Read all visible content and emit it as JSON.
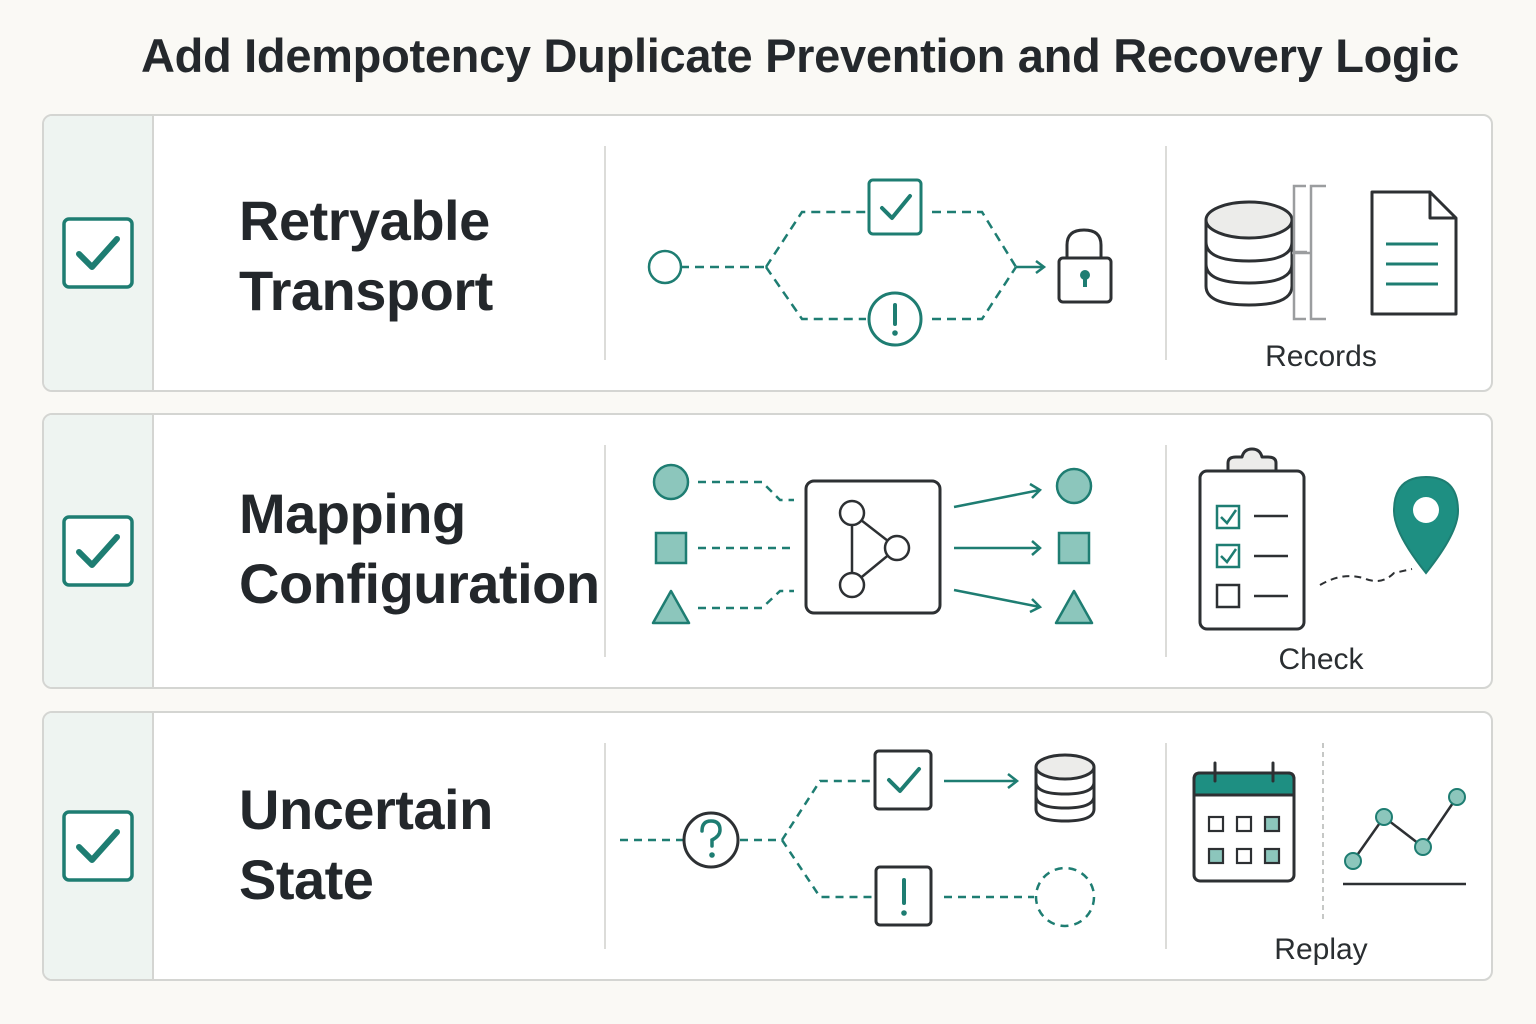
{
  "title": "Add Idempotency Duplicate Prevention and Recovery Logic",
  "colors": {
    "teal": "#1e7d72",
    "teal_light": "#8cc6bc",
    "ink": "#2d3033",
    "panel": "#eef4f1"
  },
  "rows": [
    {
      "label_line1": "Retryable",
      "label_line2": "Transport",
      "caption": "Records",
      "checked": true
    },
    {
      "label_line1": "Mapping",
      "label_line2": "Configuration",
      "caption": "Check",
      "checked": true
    },
    {
      "label_line1": "Uncertain",
      "label_line2": "State",
      "caption": "Replay",
      "checked": true
    }
  ],
  "icons": {
    "row1": [
      "start-node-icon",
      "success-check-icon",
      "warning-exclamation-icon",
      "lock-icon",
      "database-icon",
      "document-icon"
    ],
    "row2": [
      "circle-shape-icon",
      "square-shape-icon",
      "triangle-shape-icon",
      "graph-mapping-icon",
      "checklist-clipboard-icon",
      "location-pin-icon"
    ],
    "row3": [
      "question-node-icon",
      "success-check-icon",
      "warning-exclamation-icon",
      "database-icon",
      "pending-circle-icon",
      "calendar-icon",
      "line-chart-icon"
    ]
  }
}
